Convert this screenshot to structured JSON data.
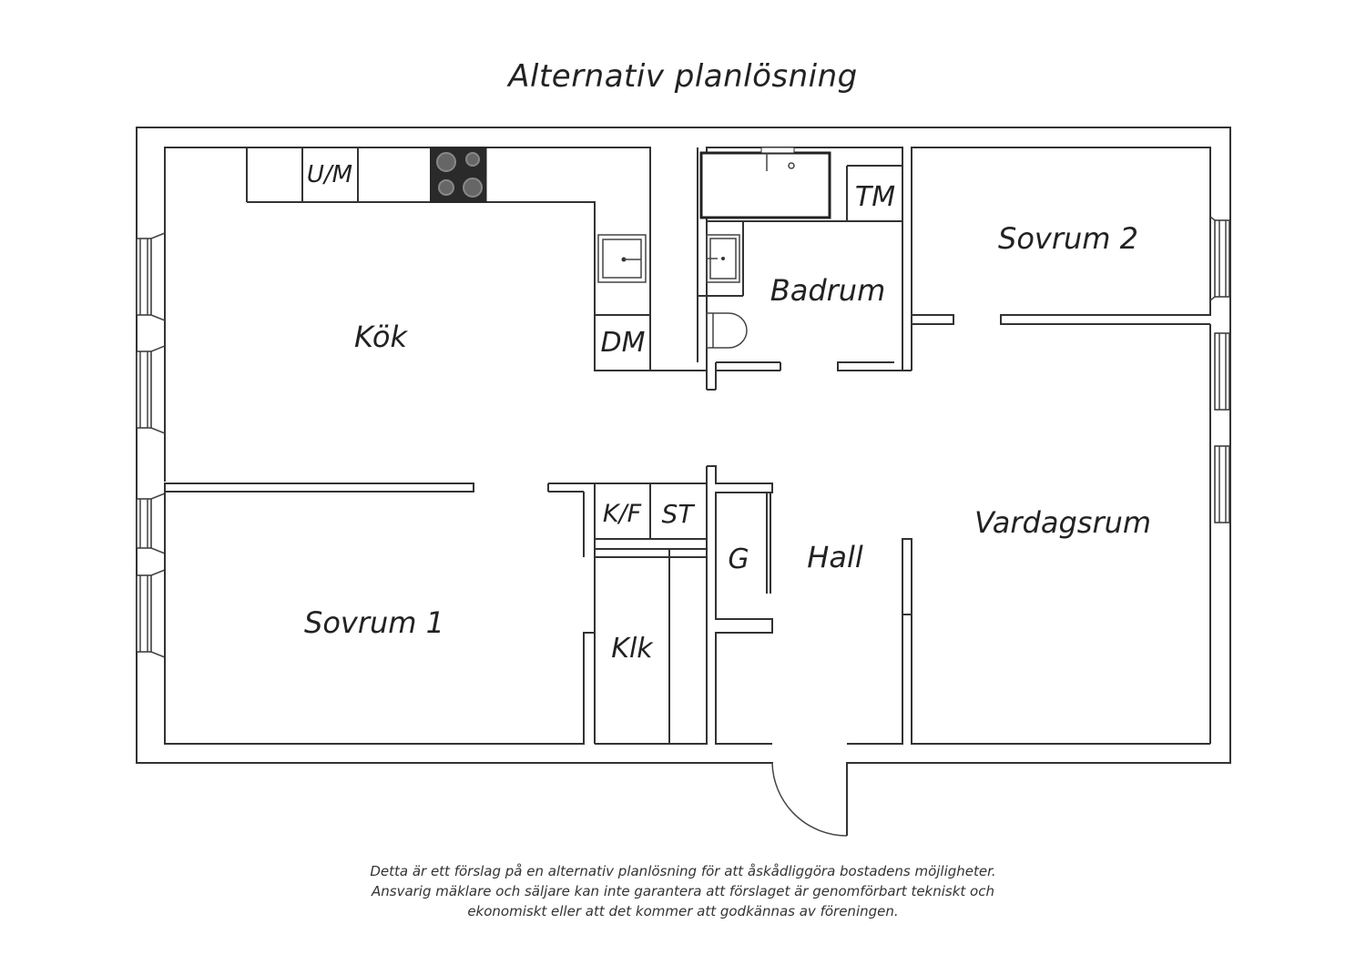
{
  "title": "Alternativ planlösning",
  "rooms": {
    "kok": "Kök",
    "badrum": "Badrum",
    "sovrum2": "Sovrum 2",
    "vardagsrum": "Vardagsrum",
    "sovrum1": "Sovrum 1",
    "hall": "Hall",
    "klk": "Klk"
  },
  "fixtures": {
    "um": "U/M",
    "dm": "DM",
    "tm": "TM",
    "kf": "K/F",
    "st": "ST",
    "g": "G"
  },
  "disclaimer": [
    "Detta är ett förslag på en alternativ planlösning för att åskådliggöra bostadens möjligheter.",
    "Ansvarig mäklare och säljare kan inte garantera att förslaget är genomförbart tekniskt och",
    "ekonomiskt eller att det kommer att godkännas av föreningen."
  ]
}
